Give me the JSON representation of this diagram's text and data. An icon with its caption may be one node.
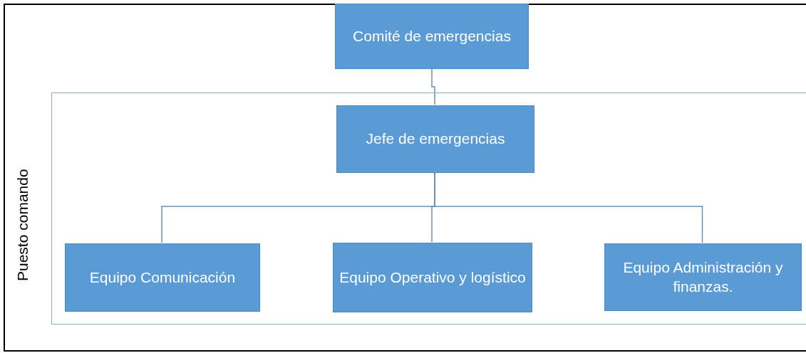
{
  "diagram": {
    "nodes": [
      {
        "text": [
          "Comité de emergencias"
        ]
      },
      {
        "text": [
          "Puesto comando"
        ]
      },
      {
        "text": [
          "Jefe de emergencias"
        ],
        "in": 1
      },
      {
        "text": [
          "Equipo Comunicación"
        ],
        "in": 1
      },
      {
        "text": [
          "Equipo Operativo y logístico"
        ],
        "in": 1
      },
      {
        "text": [
          "Equipo Administración y finanzas."
        ],
        "in": 1
      }
    ],
    "edges": [
      {
        "from": 0,
        "to": 2,
        "arrow": "none"
      },
      {
        "from": 2,
        "to": 3,
        "arrow": "none"
      },
      {
        "from": 2,
        "to": 4,
        "arrow": "none"
      },
      {
        "from": 2,
        "to": 5,
        "arrow": "none"
      }
    ]
  }
}
